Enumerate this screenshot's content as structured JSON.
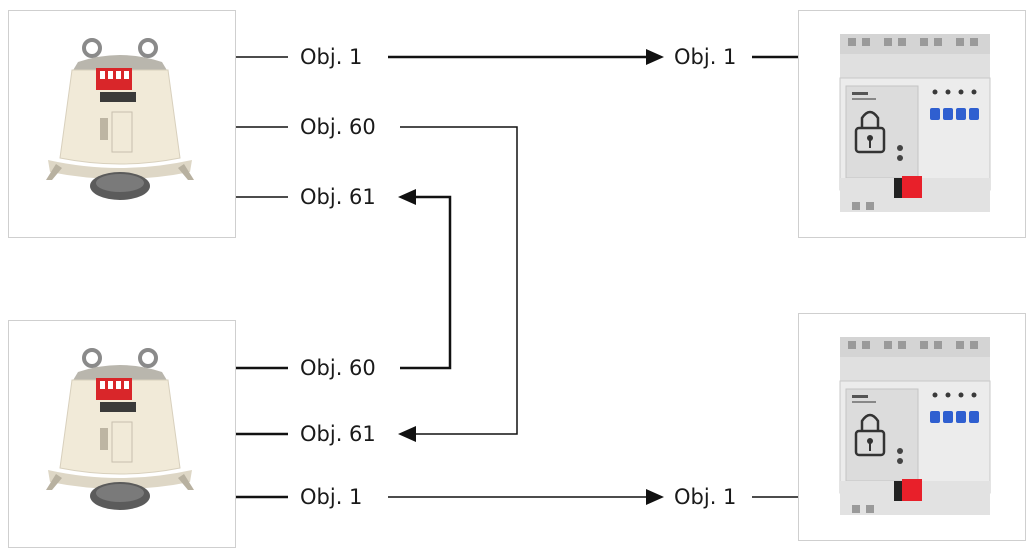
{
  "diagram": {
    "sensor_top": {
      "objects": [
        {
          "id": "s1-obj1",
          "label": "Obj. 1"
        },
        {
          "id": "s1-obj60",
          "label": "Obj. 60"
        },
        {
          "id": "s1-obj61",
          "label": "Obj. 61"
        }
      ]
    },
    "sensor_bottom": {
      "objects": [
        {
          "id": "s2-obj60",
          "label": "Obj. 60"
        },
        {
          "id": "s2-obj61",
          "label": "Obj. 61"
        },
        {
          "id": "s2-obj1",
          "label": "Obj. 1"
        }
      ]
    },
    "actuator_top": {
      "input_label": "Obj. 1"
    },
    "actuator_bottom": {
      "input_label": "Obj. 1"
    },
    "connections": [
      {
        "from": "Obj. 1 (top sensor)",
        "to": "Obj. 1 (top actuator)"
      },
      {
        "from": "Obj. 60 (top sensor)",
        "to": "Obj. 61 (bottom sensor)"
      },
      {
        "from": "Obj. 60 (bottom sensor)",
        "to": "Obj. 61 (top sensor)"
      },
      {
        "from": "Obj. 1 (bottom sensor)",
        "to": "Obj. 1 (bottom actuator)"
      }
    ],
    "colors": {
      "line": "#111111",
      "box_border": "#cfcfcf",
      "dip_switch": "#d9262a",
      "actuator_buttons": "#2f5fd0",
      "terminal": "#e8202a"
    }
  }
}
